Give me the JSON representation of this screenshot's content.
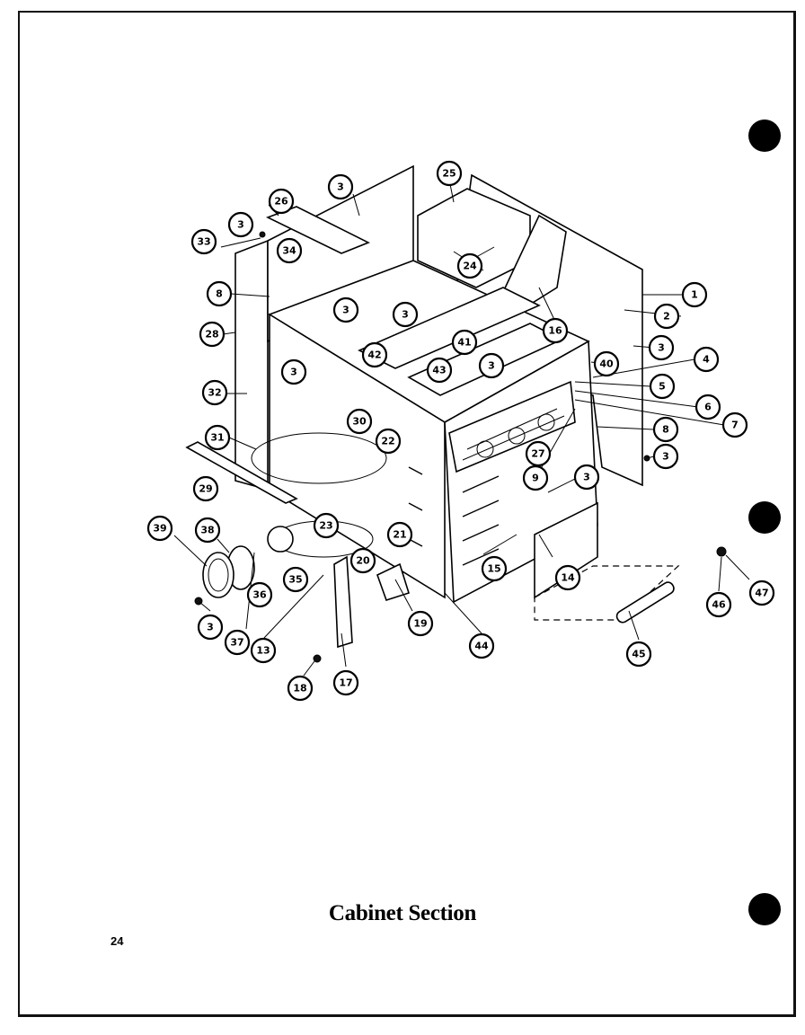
{
  "caption": "Cabinet Section",
  "page_number": "24",
  "callouts": [
    "1",
    "2",
    "3",
    "4",
    "5",
    "6",
    "7",
    "8",
    "9",
    "13",
    "14",
    "15",
    "16",
    "17",
    "18",
    "19",
    "20",
    "21",
    "22",
    "23",
    "24",
    "25",
    "26",
    "27",
    "28",
    "29",
    "30",
    "31",
    "32",
    "33",
    "34",
    "35",
    "36",
    "37",
    "38",
    "39",
    "40",
    "41",
    "42",
    "43",
    "44",
    "45",
    "46",
    "47"
  ]
}
